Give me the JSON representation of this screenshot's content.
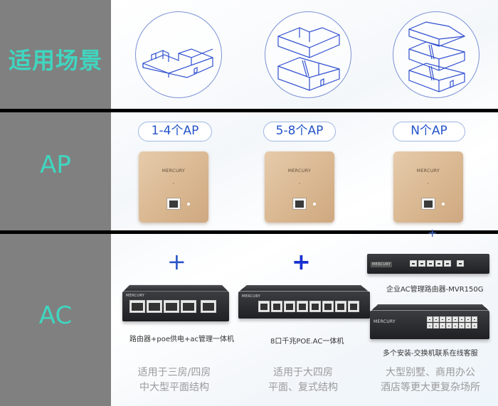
{
  "sidebar": {
    "rows": [
      {
        "label": "适用场景"
      },
      {
        "label": "AP"
      },
      {
        "label": "AC"
      }
    ],
    "bg_color": "#808080",
    "label_color": "#3fd6c0"
  },
  "scenarios": [
    {
      "icon": "single-floor-house-icon",
      "ap_count": "1-4个AP",
      "ap_brand": "MERCURY",
      "ac_device": "路由器+poe供电+ac管理一体机",
      "desc_line1": "适用于三房/四房",
      "desc_line2": "中大型平面结构"
    },
    {
      "icon": "two-floor-house-icon",
      "ap_count": "5-8个AP",
      "ap_brand": "MERCURY",
      "ac_device": "8口千兆POE.AC一体机",
      "desc_line1": "适用于大四房",
      "desc_line2": "平面、复式结构"
    },
    {
      "icon": "multi-floor-house-icon",
      "ap_count": "N个AP",
      "ap_brand": "MERCURY",
      "ac_device": "企业AC管理路由器-MVR150G",
      "ac_device_2": "多个安装-交换机联系在线客服",
      "desc_line1": "大型别墅、商用办公",
      "desc_line2": "酒店等更大更复杂场所"
    }
  ],
  "plus_symbol": "+",
  "device_logo": "MERCURY",
  "colors": {
    "accent_blue": "#2454c9",
    "divider": "#000000"
  }
}
